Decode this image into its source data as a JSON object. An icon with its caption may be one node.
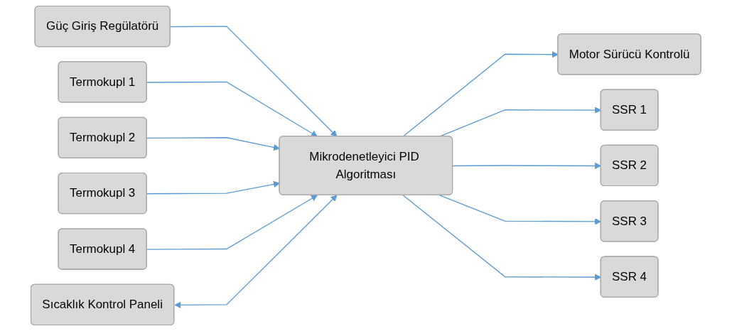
{
  "diagram": {
    "nodes": [
      {
        "text": [
          "Sıcaklık Kontrol Paneli"
        ]
      },
      {
        "text": [
          "Güç Giriş Regülatörü"
        ]
      },
      {
        "text": [
          "Termokupl 1"
        ]
      },
      {
        "text": [
          "Termokupl 2"
        ]
      },
      {
        "text": [
          "Termokupl 3"
        ]
      },
      {
        "text": [
          "Termokupl 4"
        ]
      },
      {
        "text": [
          "Mikrodenetleyici PID Algoritması"
        ]
      },
      {
        "text": [
          "Motor Sürücü Kontrolü"
        ]
      },
      {
        "text": [
          "SSR 1"
        ]
      },
      {
        "text": [
          "SSR 2"
        ]
      },
      {
        "text": [
          "SSR 3"
        ]
      },
      {
        "text": [
          "SSR 4"
        ]
      }
    ],
    "edges": [
      {
        "from": 1,
        "to": 6,
        "arrow": "to"
      },
      {
        "from": 2,
        "to": 6,
        "arrow": "to"
      },
      {
        "from": 3,
        "to": 6,
        "arrow": "to"
      },
      {
        "from": 4,
        "to": 6,
        "arrow": "to"
      },
      {
        "from": 5,
        "to": 6,
        "arrow": "to"
      },
      {
        "from": 0,
        "to": 6,
        "arrow": "both"
      },
      {
        "from": 6,
        "to": 7,
        "arrow": "to"
      },
      {
        "from": 6,
        "to": 8,
        "arrow": "to"
      },
      {
        "from": 6,
        "to": 9,
        "arrow": "to"
      },
      {
        "from": 6,
        "to": 10,
        "arrow": "to"
      },
      {
        "from": 6,
        "to": 11,
        "arrow": "to"
      }
    ]
  }
}
